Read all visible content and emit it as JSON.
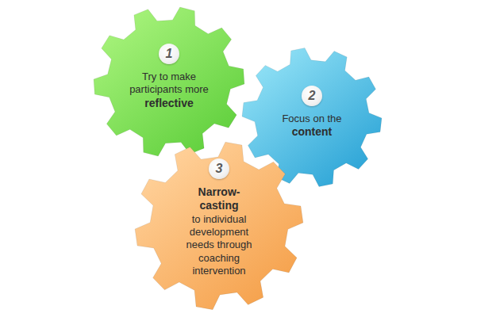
{
  "diagram": {
    "nodes": [
      {
        "text": [
          "1",
          "Try to make participants more",
          "reflective"
        ]
      },
      {
        "text": [
          "2",
          "Focus on the",
          "content"
        ]
      },
      {
        "text": [
          "3",
          "Narrow-casting",
          "to individual development needs through coaching intervention"
        ]
      }
    ]
  }
}
